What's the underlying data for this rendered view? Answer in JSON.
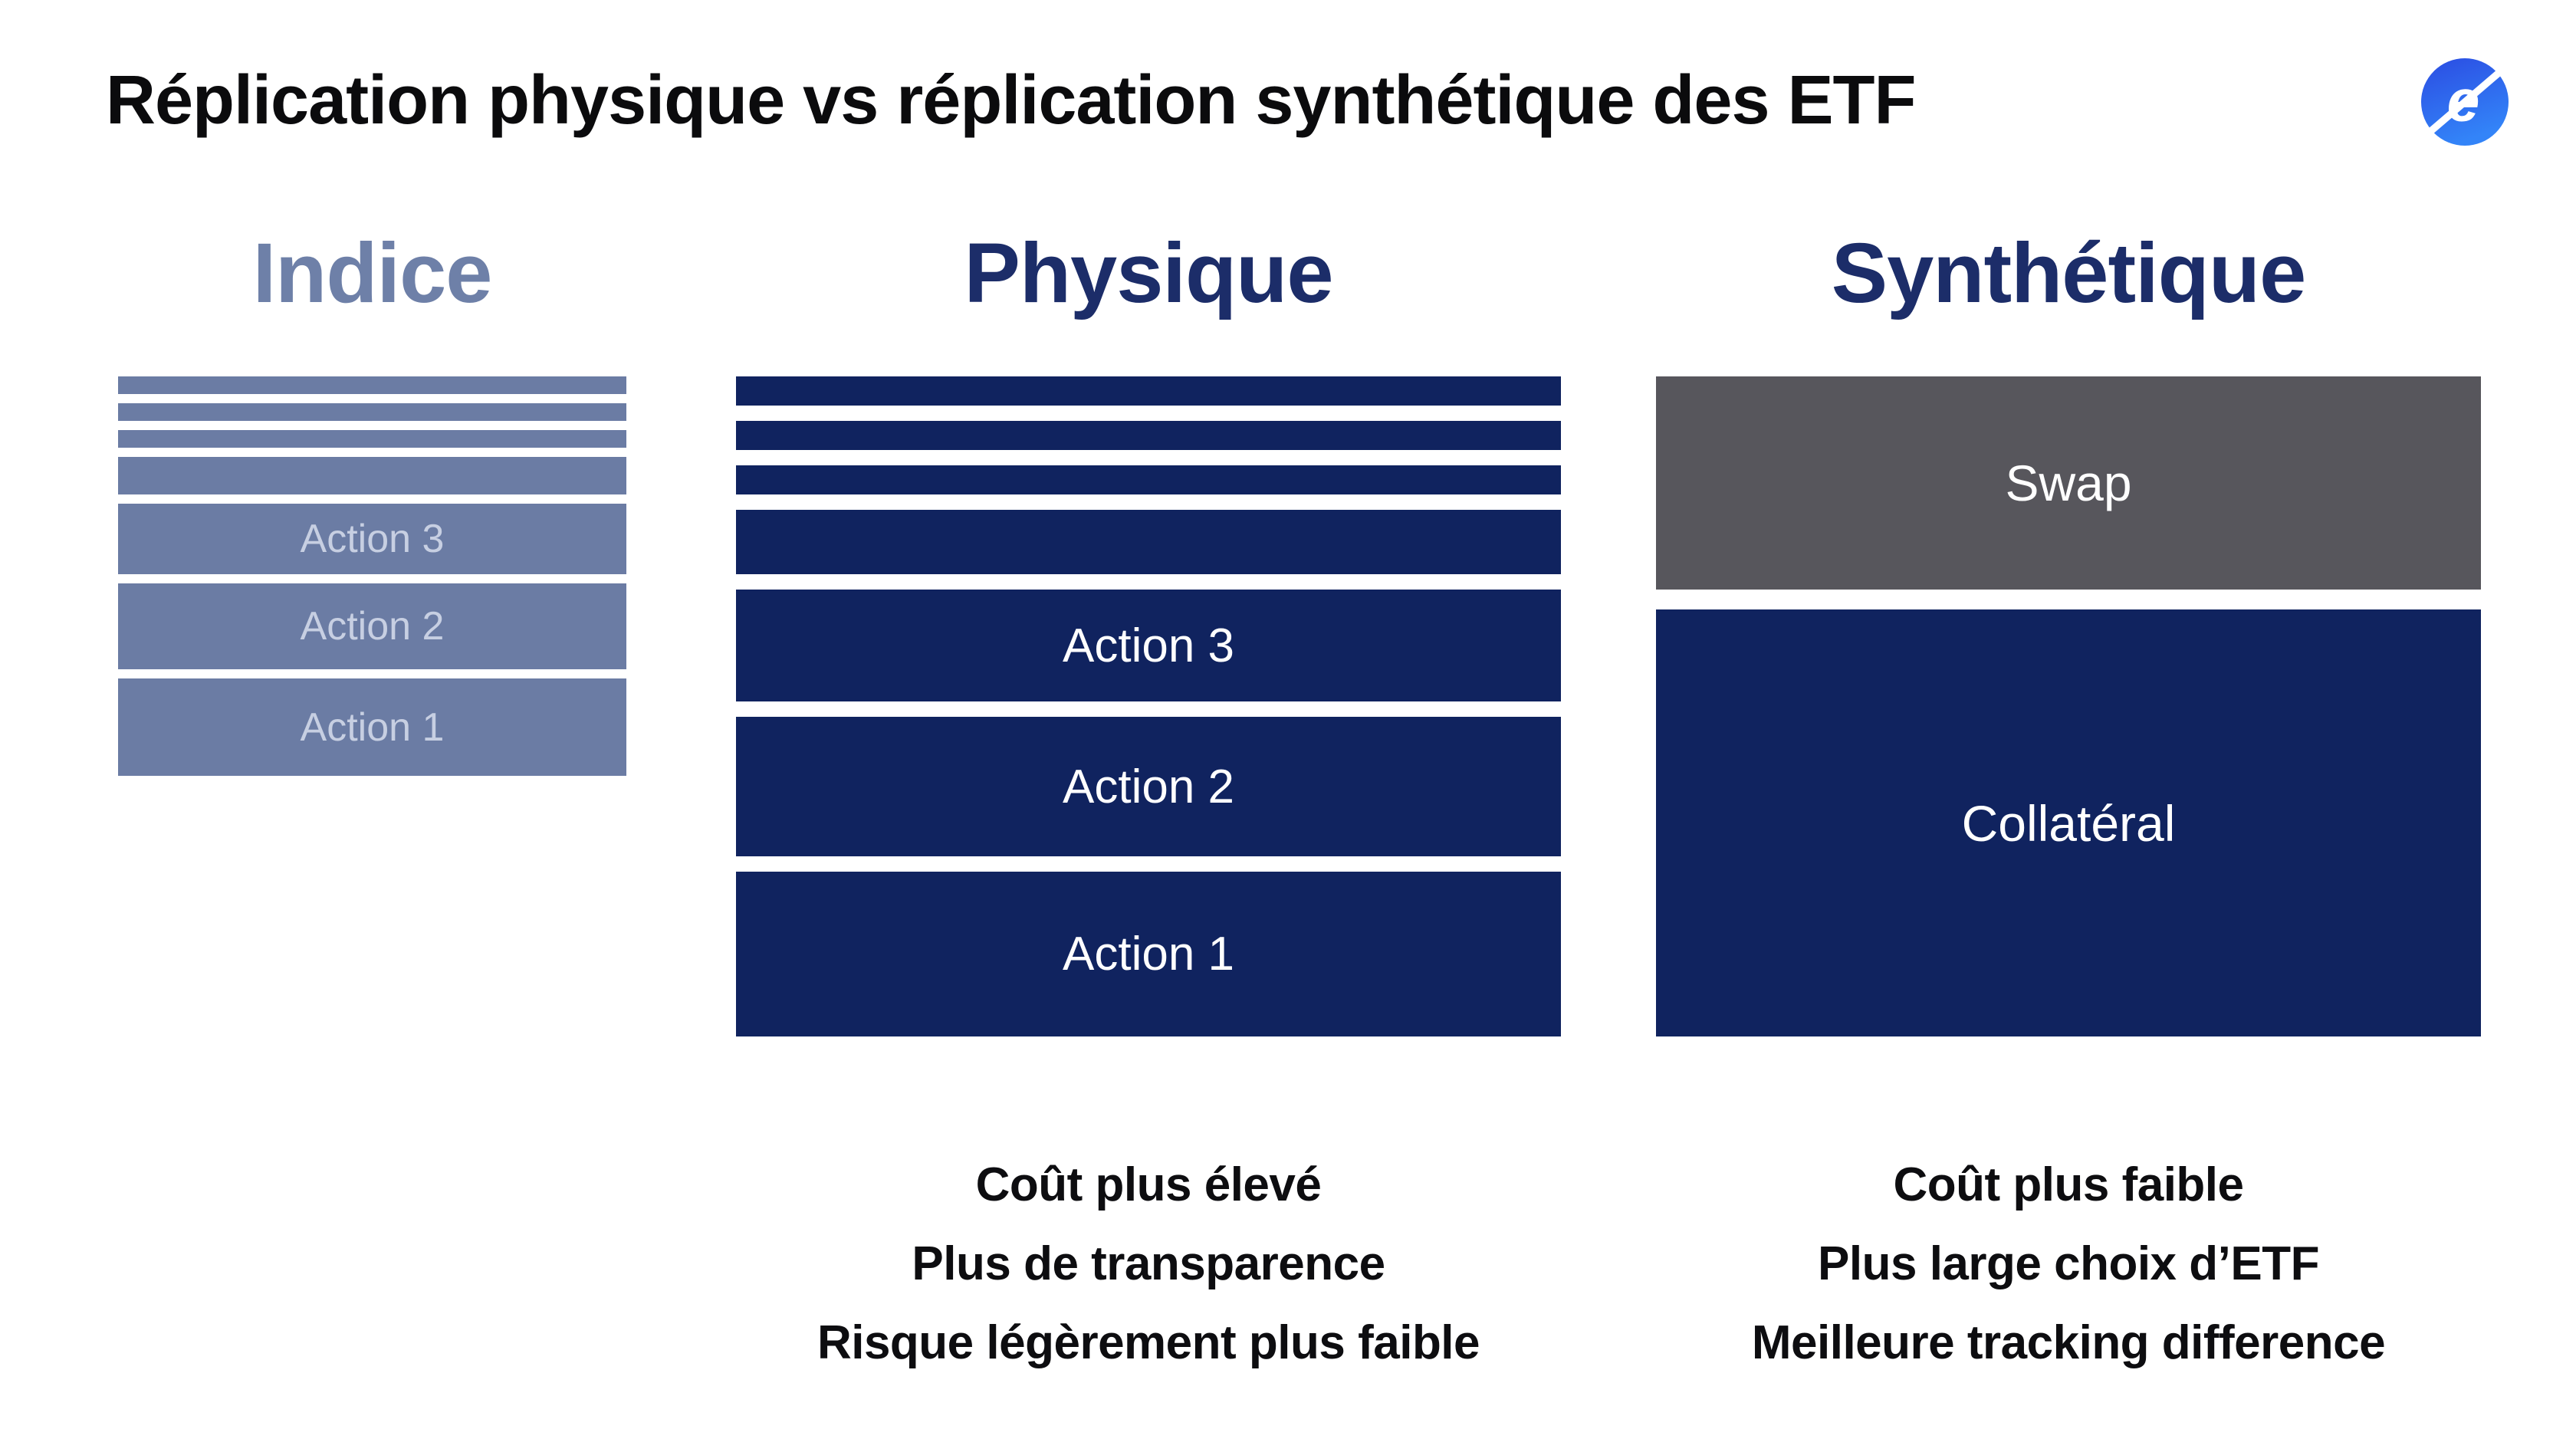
{
  "title": "Réplication physique vs réplication synthétique des ETF",
  "logo": {
    "symbol": "e"
  },
  "columns": {
    "indice": {
      "header": "Indice",
      "bar_labels": [
        "",
        "",
        "",
        "",
        "Action 3",
        "Action 2",
        "Action 1"
      ]
    },
    "physique": {
      "header": "Physique",
      "bar_labels": [
        "",
        "",
        "",
        "",
        "Action 3",
        "Action 2",
        "Action 1"
      ],
      "notes": [
        "Coût plus élevé",
        "Plus de transparence",
        "Risque légèrement plus faible"
      ]
    },
    "synthetique": {
      "header": "Synthétique",
      "box_labels": [
        "Swap",
        "Collatéral"
      ],
      "notes": [
        "Coût plus faible",
        "Plus large choix d’ETF",
        "Meilleure tracking difference"
      ]
    }
  },
  "colors": {
    "navy": "#10235f",
    "header_navy": "#1c2d69",
    "indice_bar": "#6b7ca4",
    "indice_header": "#6e80a8",
    "indice_label": "#c7cfe2",
    "swap_gray": "#57565c",
    "logo_blue_top": "#2b4ce2",
    "logo_blue_bottom": "#3384f8"
  }
}
